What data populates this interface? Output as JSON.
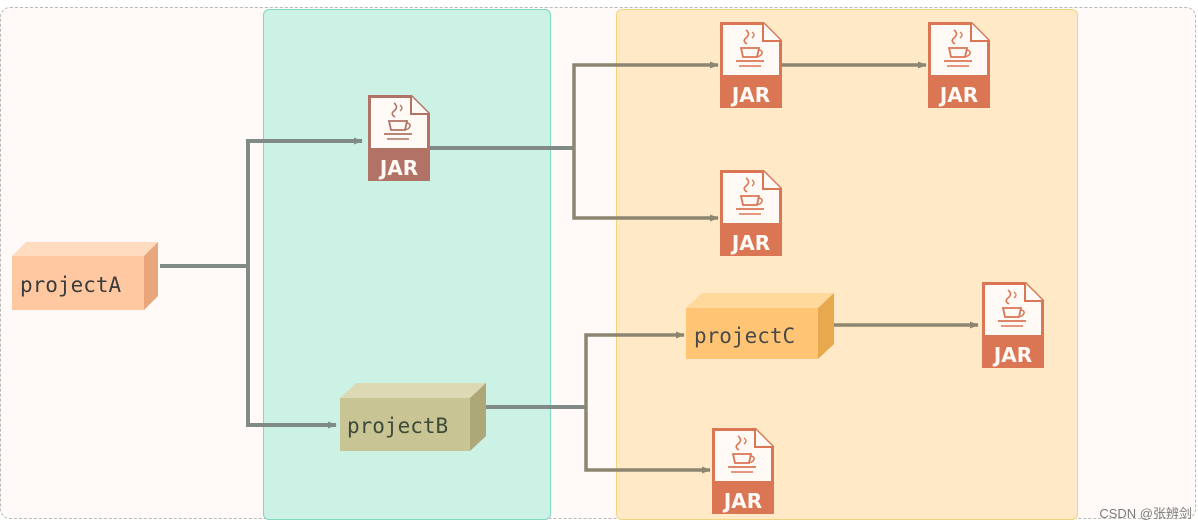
{
  "nodes": {
    "projectA": "projectA",
    "projectB": "projectB",
    "projectC": "projectC",
    "jar_label": "JAR"
  },
  "colors": {
    "green_zone": "#ccf2e6",
    "yellow_zone": "#ffe9c6",
    "projectA_fill": "#ffc8a0",
    "projectB_fill": "#c8c494",
    "projectC_fill": "#ffc575",
    "jar": "#db7654",
    "jar_muted": "#b07365",
    "arrow_dark": "#808a87",
    "arrow_light": "#8c8570"
  },
  "icons": [
    "jar-file-icon",
    "java-cup-icon"
  ],
  "watermark": "CSDN @张辨剑"
}
